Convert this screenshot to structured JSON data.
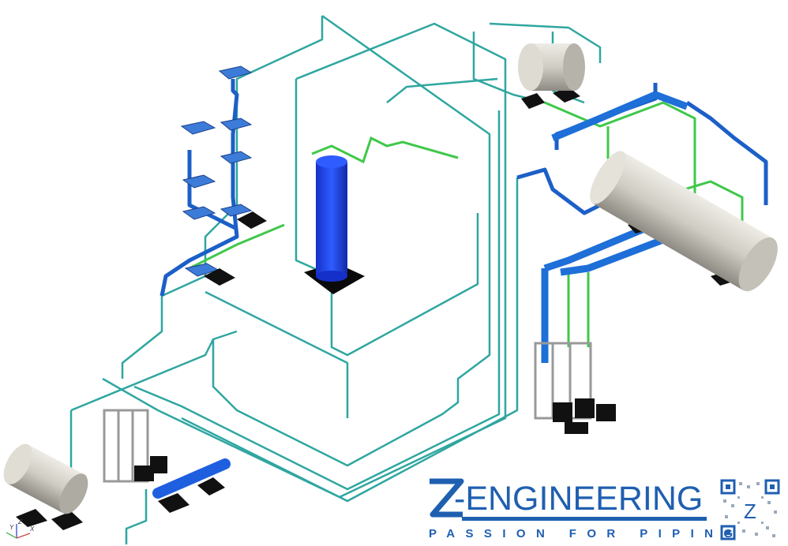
{
  "logo": {
    "brand": "Z-ENGINEERING",
    "brand_rest": "-ENGINEERING",
    "tagline": "PASSION FOR PIPING",
    "qr_letter": "Z"
  },
  "axis_triad": {
    "x": "X",
    "y": "Y",
    "z": "Z"
  },
  "colors": {
    "pipe_teal": "#2fa6a0",
    "pipe_green": "#3fc84a",
    "pipe_blue": "#1c5fc8",
    "column_blue": "#1a3ee0",
    "vessel_gray": "#c9c6bd",
    "brand_blue": "#1f5fb0"
  }
}
